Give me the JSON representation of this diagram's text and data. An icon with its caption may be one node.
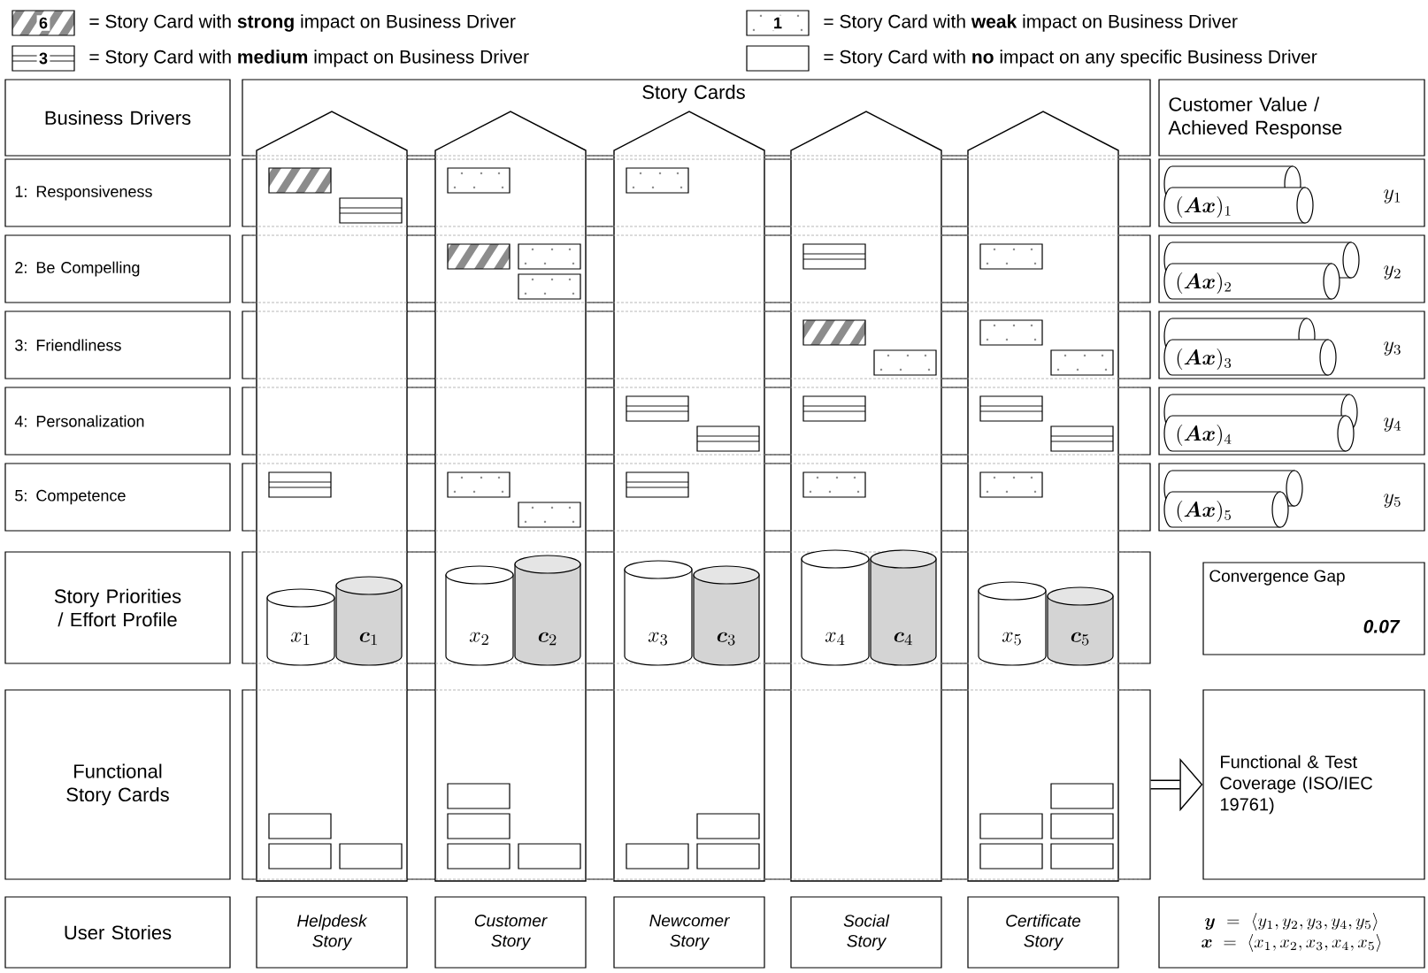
{
  "diagram": {
    "nodes": [
      {
        "text": [
          "Business Drivers"
        ]
      },
      {
        "text": [
          "Story Cards"
        ]
      },
      {
        "text": [
          "Customer Value / Achieved Response"
        ]
      },
      {
        "text": [
          "1: Responsiveness"
        ]
      },
      {
        "text": [
          "2: Be Compelling"
        ]
      },
      {
        "text": [
          "3: Friendliness"
        ]
      },
      {
        "text": [
          "4: Personalization"
        ]
      },
      {
        "text": [
          "5: Competence"
        ]
      },
      {
        "text": [
          "y_{1}"
        ]
      },
      {
        "text": [
          "(\\boldsymbol{Ax})_{1}"
        ],
        "in": 8
      },
      {
        "text": [
          "y_{2}"
        ]
      },
      {
        "text": [
          "(\\boldsymbol{Ax})_{2}"
        ],
        "in": 10
      },
      {
        "text": [
          "y_{3}"
        ]
      },
      {
        "text": [
          "(\\boldsymbol{Ax})_{3}"
        ],
        "in": 12
      },
      {
        "text": [
          "y_{4}"
        ]
      },
      {
        "text": [
          "(\\boldsymbol{Ax})_{4}"
        ],
        "in": 14
      },
      {
        "text": [
          "y_{5}"
        ]
      },
      {
        "text": [
          "(\\boldsymbol{Ax})_{5}"
        ],
        "in": 16
      },
      {
        "text": [
          "Story Priorities / Effort Profile"
        ]
      },
      {
        "text": [
          "x_{1}"
        ],
        "in": 44
      },
      {
        "text": [
          "\\boldsymbol{c}_{1}"
        ],
        "in": 44
      },
      {
        "text": [
          "x_{2}"
        ],
        "in": 44
      },
      {
        "text": [
          "\\boldsymbol{c}_{2}"
        ],
        "in": 44
      },
      {
        "text": [
          "x_{3}"
        ],
        "in": 44
      },
      {
        "text": [
          "\\boldsymbol{c}_{3}"
        ],
        "in": 44
      },
      {
        "text": [
          "x_{4}"
        ],
        "in": 44
      },
      {
        "text": [
          "\\boldsymbol{c}_{4}"
        ],
        "in": 44
      },
      {
        "text": [
          "x_{5}"
        ],
        "in": 44
      },
      {
        "text": [
          "\\boldsymbol{c}_{5}"
        ],
        "in": 44
      },
      {
        "text": [
          "Convergence Gap",
          "0.07"
        ]
      },
      {
        "text": [
          "Functional Story Cards"
        ]
      },
      {
        "text": [],
        "shape": "box"
      },
      {
        "text": [
          "Functional & Test Coverage (ISO/IEC 19761)"
        ]
      },
      {
        "text": [
          "User Stories"
        ]
      },
      {
        "text": [
          "Helpdesk Story"
        ]
      },
      {
        "text": [
          "Customer Story"
        ]
      },
      {
        "text": [
          "Newcomer Story"
        ]
      },
      {
        "text": [
          "Social Story"
        ]
      },
      {
        "text": [
          "Certificate Story"
        ]
      },
      {
        "text": [
          "\\boldsymbol{y}=\\langle y_{1},y_{2},y_{3},y_{4},y_{5}\\rangle",
          "\\boldsymbol{x}=\\langle x_{1},x_{2},x_{3},x_{4},x_{5}\\rangle"
        ]
      },
      {
        "text": [],
        "shape": "box"
      },
      {
        "text": [],
        "shape": "box"
      },
      {
        "text": [],
        "shape": "box"
      },
      {
        "text": [],
        "shape": "box"
      },
      {
        "text": [],
        "shape": "box"
      },
      {
        "text": [],
        "shape": "box"
      }
    ],
    "edges": [
      {
        "from": 45,
        "to": 32,
        "arrow": "to"
      }
    ],
    "labels": [
      "6",
      "1",
      "3"
    ],
    "legend": [
      {
        "text": "= Story Card with **strong** impact on Business Driver"
      },
      {
        "text": "= Story Card with **weak** impact on Business Driver"
      },
      {
        "text": "= Story Card with **medium** impact on Business Driver"
      },
      {
        "text": "= Story Card with **no** impact on any specific Business Driver"
      }
    ]
  }
}
